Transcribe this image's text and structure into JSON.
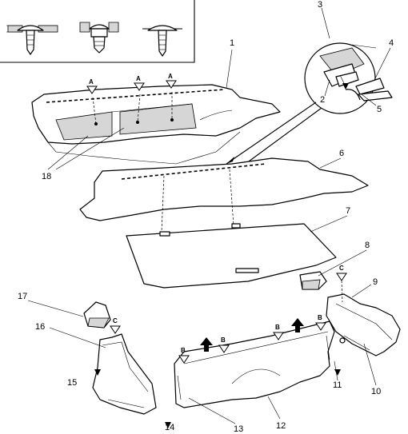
{
  "callouts": {
    "c1": "1",
    "c2": "2",
    "c3": "3",
    "c4": "4",
    "c5": "5",
    "c6": "6",
    "c7": "7",
    "c8": "8",
    "c9": "9",
    "c10": "10",
    "c11": "11",
    "c12": "12",
    "c13": "13",
    "c14": "14",
    "c15": "15",
    "c16": "16",
    "c17": "17",
    "c18": "18"
  },
  "markers": {
    "a": "A",
    "b": "B",
    "c": "C"
  }
}
